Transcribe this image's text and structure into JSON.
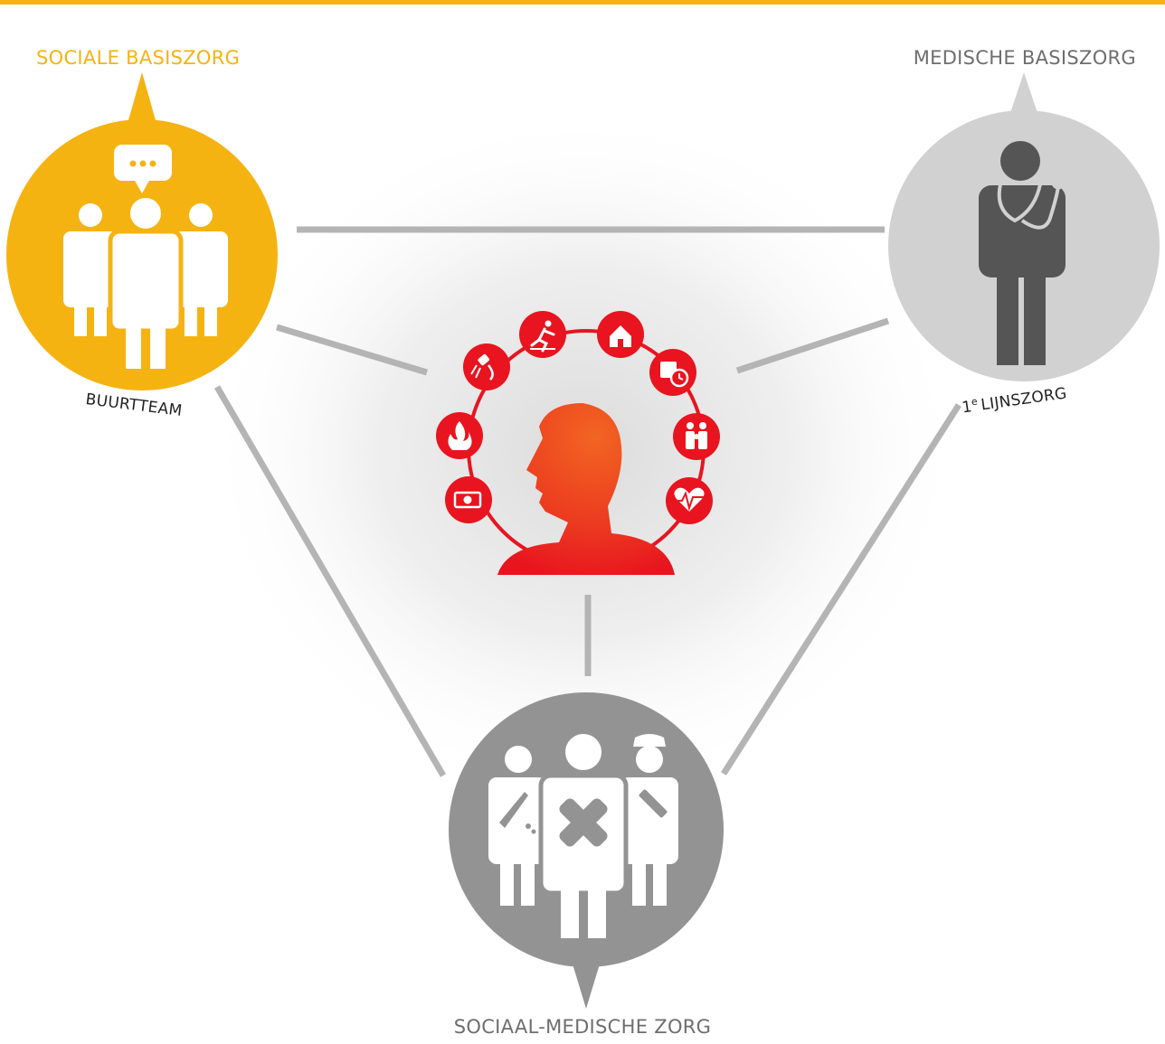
{
  "labels": {
    "sociale_basiszorg": "SOCIALE BASISZORG",
    "medische_basiszorg": "MEDISCHE BASISZORG",
    "sociaal_medische_zorg": "SOCIAAL-MEDISCHE ZORG",
    "buurtteam": "BUURTTEAM",
    "lijnszorg_number": "1",
    "lijnszorg_sup": "e",
    "lijnszorg_text": "LIJNSZORG"
  },
  "colors": {
    "yellow": "#f5b312",
    "light_gray": "#d1d1d1",
    "mid_gray": "#939393",
    "dark_gray": "#555555",
    "red": "#e8141f",
    "orange": "#f26522",
    "line_gray": "#b4b4b4"
  },
  "icons": {
    "center": "person-head-icon",
    "ring": [
      "money-icon",
      "fire-service-icon",
      "shower-icon",
      "running-man-icon",
      "house-icon",
      "calendar-clock-icon",
      "family-icon",
      "heartbeat-icon"
    ],
    "sociale_basiszorg": "team-chat-icon",
    "medische_basiszorg": "doctor-stethoscope-icon",
    "sociaal_medische_zorg": "care-workers-icon"
  }
}
